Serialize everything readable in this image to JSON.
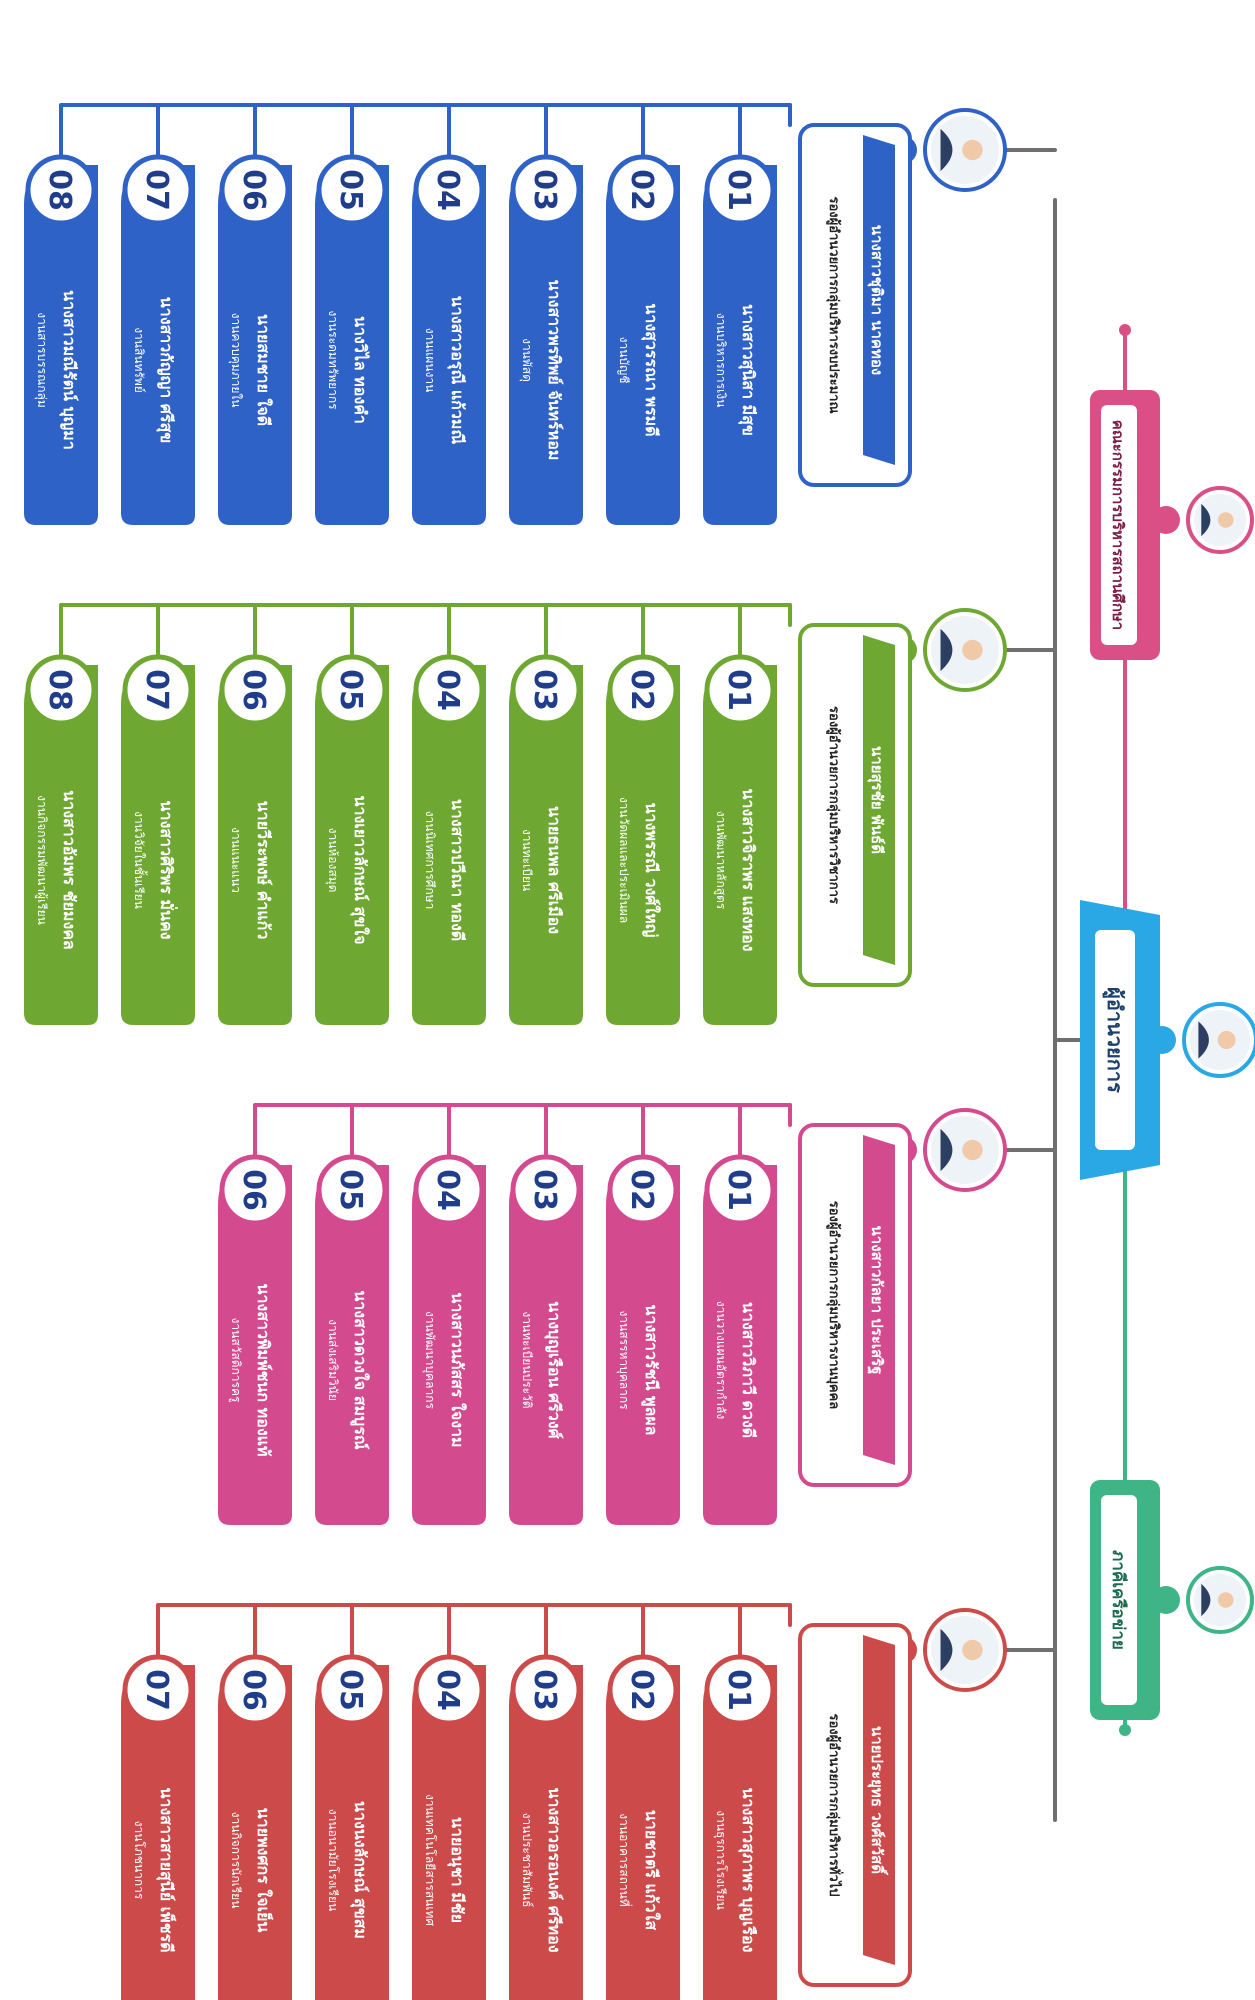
{
  "top": {
    "director": {
      "title": "ผู้อำนวยการ",
      "color": "#2aa8e6"
    },
    "committee": {
      "title": "คณะกรรมการบริหารสถานศึกษา",
      "color": "#d94f86"
    },
    "network": {
      "title": "ภาคีเครือข่าย",
      "color": "#3fb486"
    }
  },
  "groups": [
    {
      "key": "budget",
      "color": "#2f62c7",
      "label_color": "#1a3f9a",
      "head_name": "นางสาวชุติมา นาคทอง",
      "head_title": "รองผู้อำนวยการกลุ่มบริหารงบประมาณ",
      "members": [
        {
          "no": "01",
          "name": "นางสาวสุนิสา มีสุข",
          "role": "งานบริหารการเงิน"
        },
        {
          "no": "02",
          "name": "นางสุวรรณา พรมดี",
          "role": "งานบัญชี"
        },
        {
          "no": "03",
          "name": "นางสาวพรทิพย์ จันทร์หอม",
          "role": "งานพัสดุ"
        },
        {
          "no": "04",
          "name": "นางสาวอรุณี แก้วมณี",
          "role": "งานแผนงาน"
        },
        {
          "no": "05",
          "name": "นางวิไล ทองคำ",
          "role": "งานระดมทรัพยากร"
        },
        {
          "no": "06",
          "name": "นายสมชาย ใจดี",
          "role": "งานควบคุมภายใน"
        },
        {
          "no": "07",
          "name": "นางสาวกัญญา ศรีสุข",
          "role": "งานสินทรัพย์"
        },
        {
          "no": "08",
          "name": "นางสาวมณีรัตน์ บุญมา",
          "role": "งานสารบรรณกลุ่ม"
        }
      ]
    },
    {
      "key": "academic",
      "color": "#6ea832",
      "label_color": "#3e6e15",
      "head_name": "นายสุรชัย พันธ์ดี",
      "head_title": "รองผู้อำนวยการกลุ่มบริหารวิชาการ",
      "members": [
        {
          "no": "01",
          "name": "นางสาวจิราพร แสงทอง",
          "role": "งานพัฒนาหลักสูตร"
        },
        {
          "no": "02",
          "name": "นางพรรณี วงศ์ใหญ่",
          "role": "งานวัดผลและประเมินผล"
        },
        {
          "no": "03",
          "name": "นายธนพล ศรีเมือง",
          "role": "งานทะเบียน"
        },
        {
          "no": "04",
          "name": "นางสาวปวีณา ทองดี",
          "role": "งานนิเทศการศึกษา"
        },
        {
          "no": "05",
          "name": "นางเยาวลักษณ์ สุขใจ",
          "role": "งานห้องสมุด"
        },
        {
          "no": "06",
          "name": "นายวีระพงษ์ คำแก้ว",
          "role": "งานแนะแนว"
        },
        {
          "no": "07",
          "name": "นางสาวศิริพร มั่นคง",
          "role": "งานวิจัยในชั้นเรียน"
        },
        {
          "no": "08",
          "name": "นางสาวอัมพร ชัยมงคล",
          "role": "งานกิจกรรมพัฒนาผู้เรียน"
        }
      ]
    },
    {
      "key": "personnel",
      "color": "#d44a8e",
      "label_color": "#962562",
      "head_name": "นางสาวกัลยา ประเสริฐ",
      "head_title": "รองผู้อำนวยการกลุ่มบริหารงานบุคคล",
      "members": [
        {
          "no": "01",
          "name": "นางสาววิภาวี ดวงดี",
          "role": "งานวางแผนอัตรากำลัง"
        },
        {
          "no": "02",
          "name": "นางสาวรัชนี พูลผล",
          "role": "งานสรรหาบุคลากร"
        },
        {
          "no": "03",
          "name": "นางบุญเรือน ศรีวงศ์",
          "role": "งานทะเบียนประวัติ"
        },
        {
          "no": "04",
          "name": "นางสาวนภัสสร ใจงาม",
          "role": "งานพัฒนาบุคลากร"
        },
        {
          "no": "05",
          "name": "นางสาวดวงใจ สมบูรณ์",
          "role": "งานส่งเสริมวินัย"
        },
        {
          "no": "06",
          "name": "นางสาวพิมพ์ชนก ทองแท้",
          "role": "งานสวัสดิการครู"
        }
      ]
    },
    {
      "key": "general",
      "color": "#cc4a4a",
      "label_color": "#8e2222",
      "head_name": "นายประยุทธ วงศ์สวัสดิ์",
      "head_title": "รองผู้อำนวยการกลุ่มบริหารทั่วไป",
      "members": [
        {
          "no": "01",
          "name": "นางสาวสุภาพร บุญเรือง",
          "role": "งานธุรการโรงเรียน"
        },
        {
          "no": "02",
          "name": "นายชาตรี แก้วใส",
          "role": "งานอาคารสถานที่"
        },
        {
          "no": "03",
          "name": "นางสาวอรอนงค์ ศรีทอง",
          "role": "งานประชาสัมพันธ์"
        },
        {
          "no": "04",
          "name": "นายอนุชา มีชัย",
          "role": "งานเทคโนโลยีสารสนเทศ"
        },
        {
          "no": "05",
          "name": "นางนงลักษณ์ สุขสม",
          "role": "งานอนามัยโรงเรียน"
        },
        {
          "no": "06",
          "name": "นายพงศกร ใจเย็น",
          "role": "งานกิจการนักเรียน"
        },
        {
          "no": "07",
          "name": "นางสาวสายสุนีย์ เพ็ชรดี",
          "role": "งานโภชนาการ"
        }
      ]
    }
  ]
}
